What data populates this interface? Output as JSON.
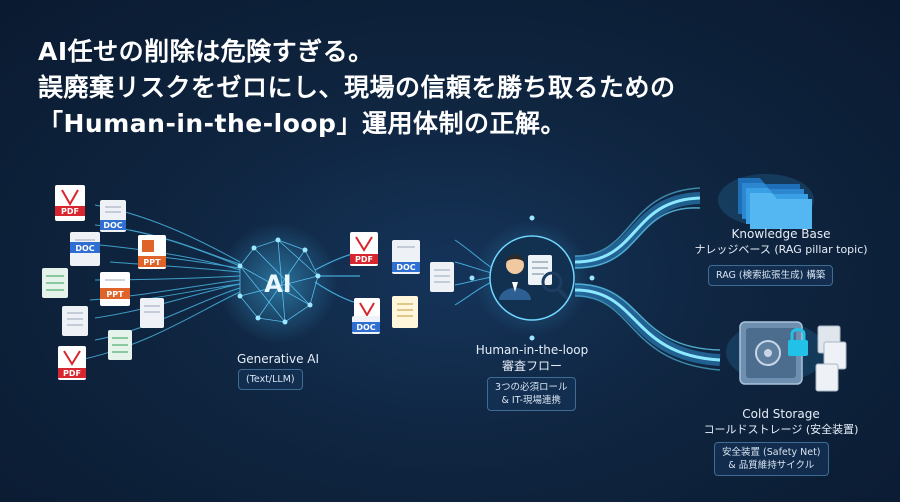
{
  "headline": {
    "line1": "AI任せの削除は危険すぎる。",
    "line2": "誤廃棄リスクをゼロにし、現場の信頼を勝ち取るための",
    "line3": "「Human-in-the-loop」運用体制の正解。"
  },
  "documents": {
    "pdf": "PDF",
    "doc": "DOC",
    "ppt": "PPT"
  },
  "ai_node": {
    "symbol": "AI",
    "title": "Generative AI",
    "subtitle": "(Text/LLM)"
  },
  "hitl_node": {
    "title": "Human-in-the-loop",
    "subtitle": "審査フロー",
    "chip_line1": "3つの必須ロール",
    "chip_line2": "& IT-現場連携"
  },
  "knowledge_base": {
    "title": "Knowledge Base",
    "subtitle": "ナレッジベース (RAG pillar topic)",
    "chip": "RAG (検索拡張生成) 構築"
  },
  "cold_storage": {
    "title": "Cold Storage",
    "subtitle": "コールドストレージ (安全装置)",
    "chip_line1": "安全装置 (Safety Net)",
    "chip_line2": "& 品質維持サイクル"
  },
  "colors": {
    "background": "#0f2540",
    "flow": "#4fd3ff",
    "pdf": "#d8262f",
    "doc": "#2f6fd1",
    "ppt": "#e0632a",
    "xls": "#2e9e5b"
  }
}
